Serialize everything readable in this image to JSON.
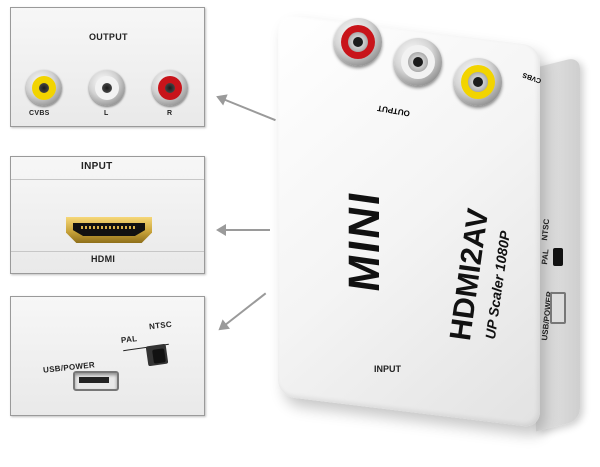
{
  "panels": {
    "output": {
      "title": "OUTPUT",
      "jacks": [
        {
          "label": "CVBS",
          "color": "#f2d400"
        },
        {
          "label": "L",
          "color": "#f2f2f2"
        },
        {
          "label": "R",
          "color": "#c8141a"
        }
      ]
    },
    "input": {
      "title": "INPUT",
      "port_label": "HDMI"
    },
    "power": {
      "usb_label": "USB/POWER",
      "pal_label": "PAL",
      "ntsc_label": "NTSC"
    }
  },
  "device": {
    "top_label": "OUTPUT",
    "cvbs_label": "CVBS",
    "brand": "MINI",
    "model": "HDMI2AV",
    "subtitle": "UP Scaler 1080P",
    "bottom_label": "INPUT",
    "side_usb_label": "USB/POWER",
    "side_pal_label": "PAL",
    "side_ntsc_label": "NTSC"
  },
  "colors": {
    "yellow": "#f2d400",
    "white": "#f2f2f2",
    "red": "#c8141a",
    "gold": "#c9a43a"
  }
}
